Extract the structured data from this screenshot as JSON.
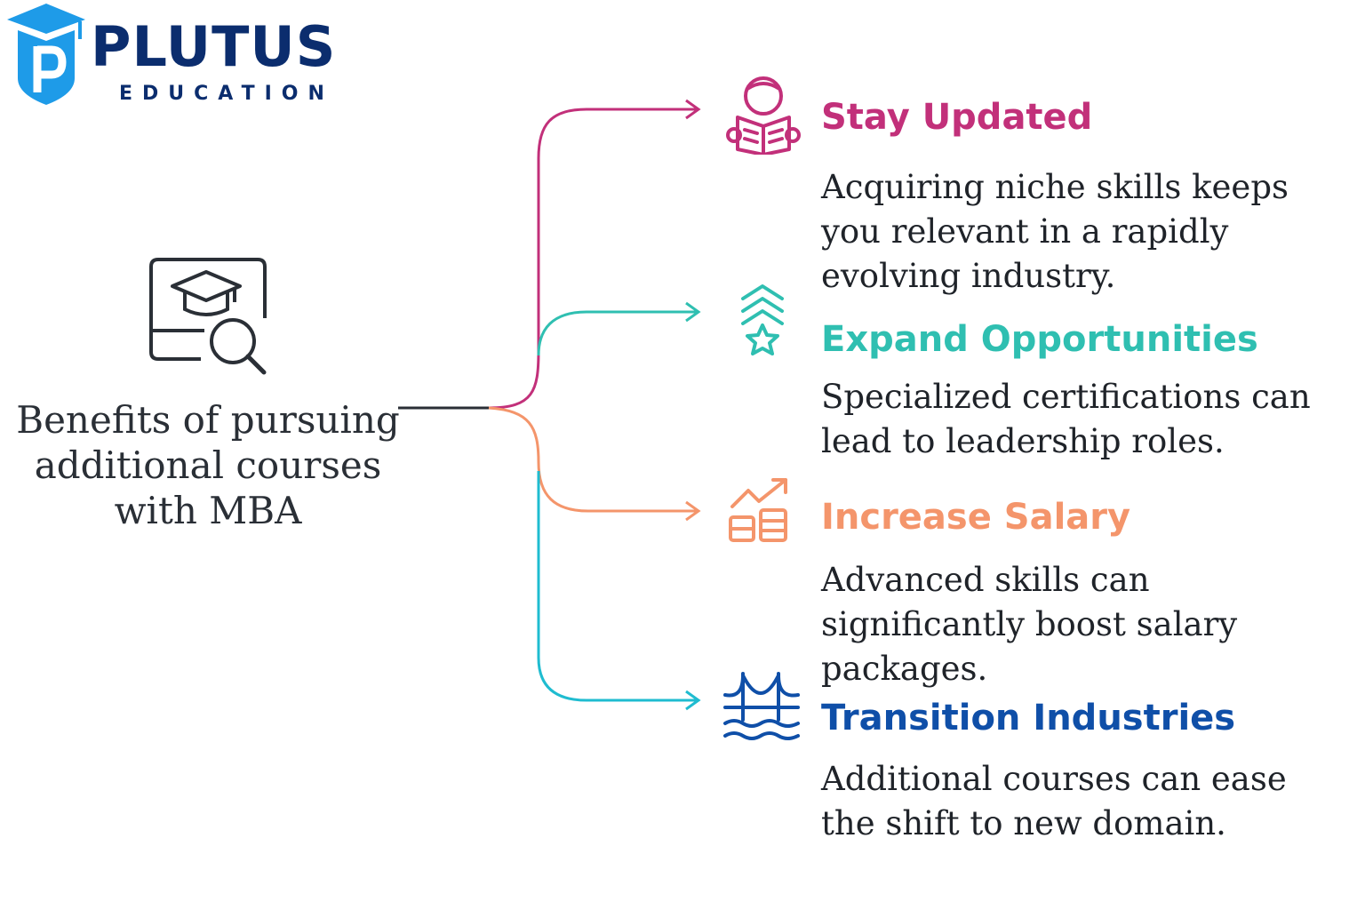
{
  "logo": {
    "name": "PLUTUS",
    "subtitle": "EDUCATION",
    "icon": "graduation-shield-icon",
    "color": "#0b2d6e",
    "accent": "#1e9be8"
  },
  "center": {
    "title_lines": [
      "Benefits of pursuing",
      "additional courses",
      "with MBA"
    ],
    "icon": "online-course-search-icon"
  },
  "branches": [
    {
      "title": "Stay Updated",
      "description_lines": [
        "Acquiring niche skills keeps",
        "you relevant in a rapidly",
        "evolving industry."
      ],
      "color": "#c2307a",
      "icon": "reading-person-icon"
    },
    {
      "title": "Expand Opportunities",
      "description_lines": [
        "Specialized certifications can",
        "lead to leadership roles."
      ],
      "color": "#2fbfb1",
      "icon": "chevron-star-icon"
    },
    {
      "title": "Increase Salary",
      "description_lines": [
        "Advanced skills can",
        "significantly boost salary",
        "packages."
      ],
      "color": "#f4956b",
      "icon": "growth-chart-icon"
    },
    {
      "title": "Transition Industries",
      "description_lines": [
        "Additional courses can ease",
        "the shift to new domain."
      ],
      "color": "#0f4fa8",
      "icon": "bridge-icon"
    }
  ]
}
